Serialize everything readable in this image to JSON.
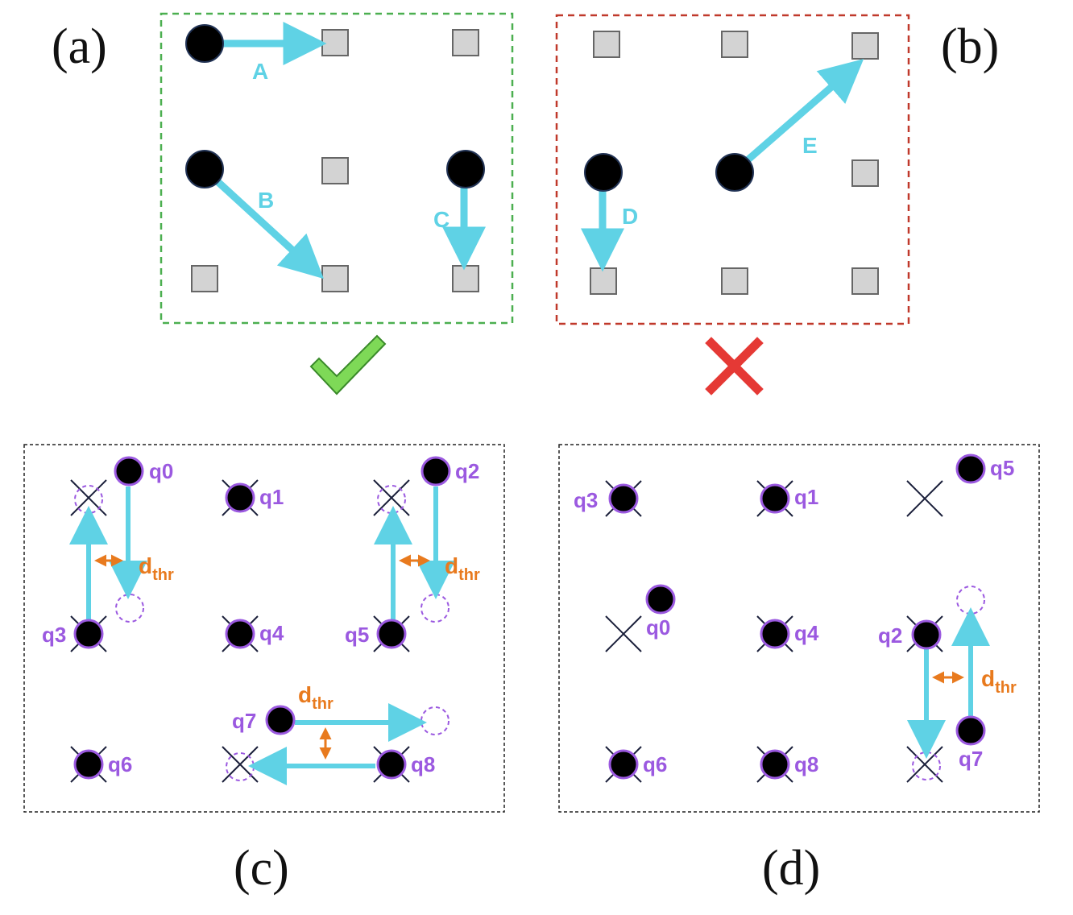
{
  "colors": {
    "arrow": "#5fd2e5",
    "qubit_outline": "#9b59e0",
    "dthr": "#e87a1e",
    "valid_border": "#4caf50",
    "invalid_border": "#c0392b",
    "check": "#7ed957",
    "cross": "#e53935",
    "site_fill": "#d3d3d3"
  },
  "panels": {
    "a": {
      "label": "(a)",
      "arrows": [
        "A",
        "B",
        "C"
      ],
      "icon": "check-icon"
    },
    "b": {
      "label": "(b)",
      "arrows": [
        "D",
        "E"
      ],
      "icon": "cross-icon"
    },
    "c": {
      "label": "(c)",
      "qubits": [
        "q0",
        "q1",
        "q2",
        "q3",
        "q4",
        "q5",
        "q6",
        "q7",
        "q8"
      ],
      "dthr": {
        "main": "d",
        "sub": "thr"
      }
    },
    "d": {
      "label": "(d)",
      "qubits": [
        "q3",
        "q1",
        "q5",
        "q0",
        "q4",
        "q2",
        "q7",
        "q6",
        "q8"
      ],
      "dthr": {
        "main": "d",
        "sub": "thr"
      }
    }
  }
}
